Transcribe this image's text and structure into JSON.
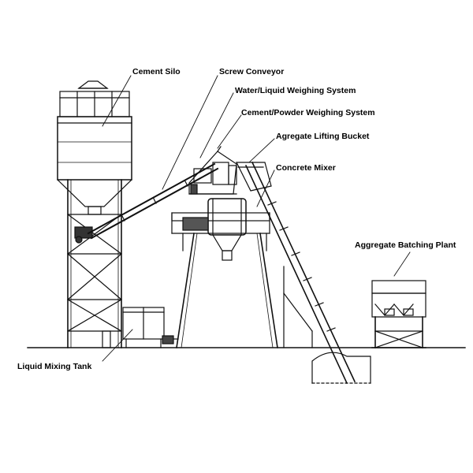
{
  "labels": {
    "cement_silo": "Cement Silo",
    "screw_conveyor": "Screw Conveyor",
    "water_weighing": "Water/Liquid Weighing System",
    "cement_weighing": "Cement/Powder Weighing System",
    "lifting_bucket": "Agregate Lifting Bucket",
    "concrete_mixer": "Concrete Mixer",
    "batching_plant": "Aggregate Batching Plant",
    "liquid_tank": "Liquid Mixing Tank"
  }
}
